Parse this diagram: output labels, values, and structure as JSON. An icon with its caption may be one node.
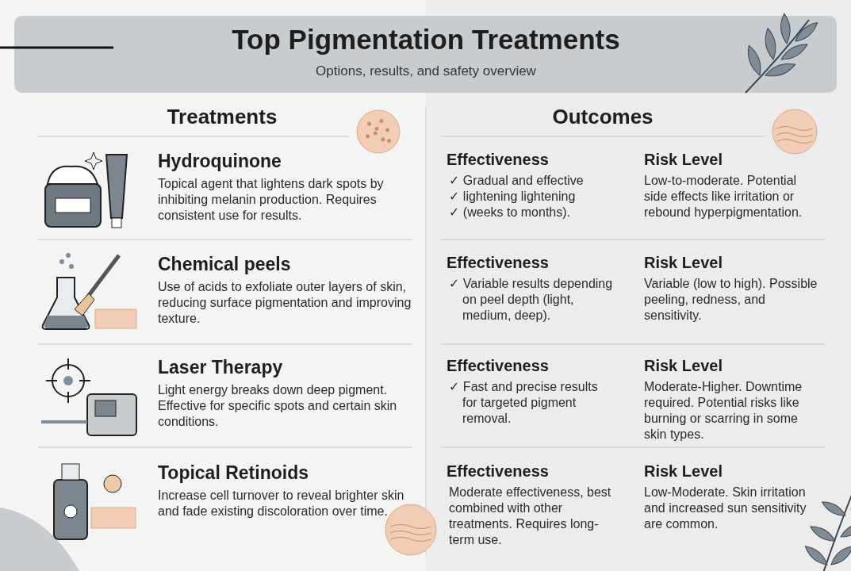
{
  "diagram": {
    "title": "Top Pigmentation Treatments",
    "labels": [
      "Options, results, and safety overview",
      "Treatments",
      "Outcomes",
      "Hydroquinone",
      "Topical agent that lightens dark spots by inhibiting melanin production. Requires consistent use for results.",
      "Effectiveness",
      "✓ Gradual and effective",
      "✓ lightening lightening",
      "✓ (weeks to months).",
      "Risk Level",
      "Low-to-moderate. Potential side effects like irritation or rebound hyperpigmentation.",
      "Chemical peels",
      "Use of acids to exfoliate outer layers of skin, reducing surface pigmentation and improving texture.",
      "Effectiveness",
      "✓ Variable results depending on peel depth (light, medium, deep).",
      "Risk Level",
      "Variable (low to high). Possible peeling, redness, and sensitivity.",
      "Laser Therapy",
      "Light energy breaks down deep pigment. Effective for specific spots and certain skin conditions.",
      "Effectiveness",
      "✓ Fast and precise results for targeted pigment removal.",
      "Risk Level",
      "Moderate-Higher. Downtime required. Potential risks like burning or scarring in some skin types.",
      "Topical Retinoids",
      "Increase cell turnover to reveal brighter skin and fade existing discoloration over time.",
      "Effectiveness",
      "Moderate effectiveness, best combined with other treatments. Requires long-term use.",
      "Risk Level",
      "Low-Moderate. Skin irritation and increased sun sensitivity are common."
    ]
  }
}
